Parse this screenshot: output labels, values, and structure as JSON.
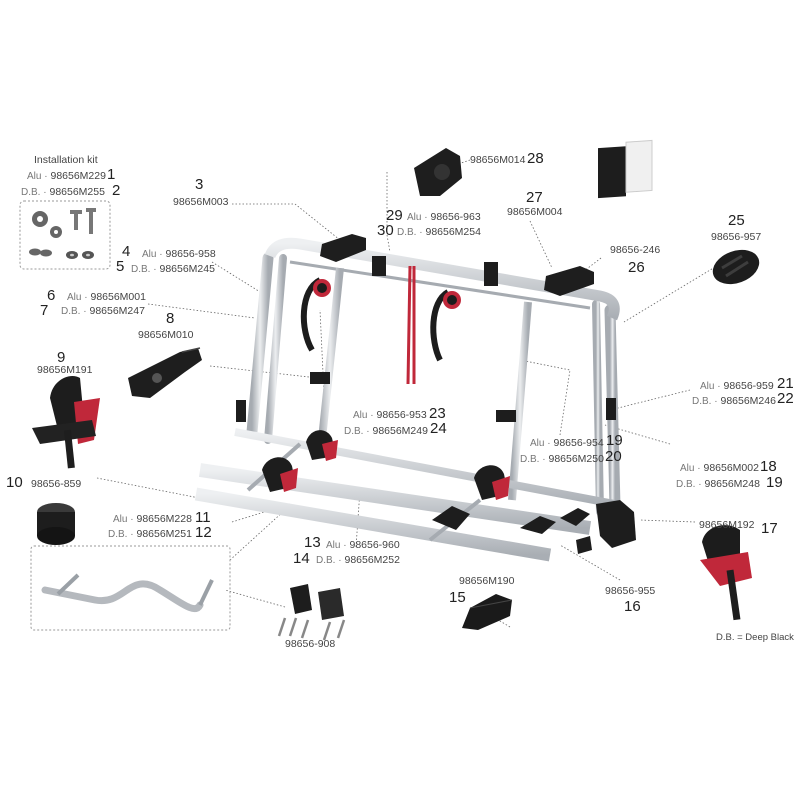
{
  "installation_kit": {
    "title": "Installation kit",
    "alu": "98656M229",
    "db": "98656M255",
    "num_alu": "1",
    "num_db": "2"
  },
  "prefix_alu": "Alu ·",
  "prefix_db": "D.B. ·",
  "parts": {
    "p3": {
      "num": "3",
      "code": "98656M003"
    },
    "p4": {
      "num": "4",
      "code": "98656-958"
    },
    "p5": {
      "num": "5",
      "code": "98656M245"
    },
    "p6": {
      "num": "6",
      "code": "98656M001"
    },
    "p7": {
      "num": "7",
      "code": "98656M247"
    },
    "p8": {
      "num": "8",
      "code": "98656M010"
    },
    "p9": {
      "num": "9",
      "code": "98656M191"
    },
    "p10": {
      "num": "10",
      "code": "98656-859"
    },
    "p11": {
      "num": "11",
      "code": "98656M228"
    },
    "p12": {
      "num": "12",
      "code": "98656M251"
    },
    "p13": {
      "num": "13",
      "code": "98656-960"
    },
    "p14": {
      "num": "14",
      "code": "98656M252"
    },
    "p15": {
      "num": "15",
      "code": "98656M190"
    },
    "p16": {
      "num": "16",
      "code": "98656-955"
    },
    "p17": {
      "num": "17",
      "code": "98656M192"
    },
    "p18": {
      "num": "18",
      "code": "98656M002"
    },
    "p19b": {
      "num": "19",
      "code": "98656M248"
    },
    "p19": {
      "num": "19",
      "code": "98656-954"
    },
    "p20": {
      "num": "20",
      "code": "98656M250"
    },
    "p21": {
      "num": "21",
      "code": "98656-959"
    },
    "p22": {
      "num": "22",
      "code": "98656M246"
    },
    "p23": {
      "num": "23",
      "code": "98656-953"
    },
    "p24": {
      "num": "24",
      "code": "98656M249"
    },
    "p25": {
      "num": "25",
      "code": "98656-957"
    },
    "p26": {
      "num": "26",
      "code": "98656-246"
    },
    "p27": {
      "num": "27",
      "code": "98656M004"
    },
    "p28": {
      "num": "28",
      "code": "98656M014"
    },
    "p29": {
      "num": "29",
      "code": "98656-963"
    },
    "p30": {
      "num": "30",
      "code": "98656M254"
    },
    "screws": {
      "code": "98656-908"
    }
  },
  "legend_note": "D.B. = Deep Black",
  "colors": {
    "frame": "#c9cdd2",
    "frame_dark": "#9aa0a6",
    "black": "#1c1c1c",
    "red": "#c0283a",
    "leader": "#555555"
  }
}
